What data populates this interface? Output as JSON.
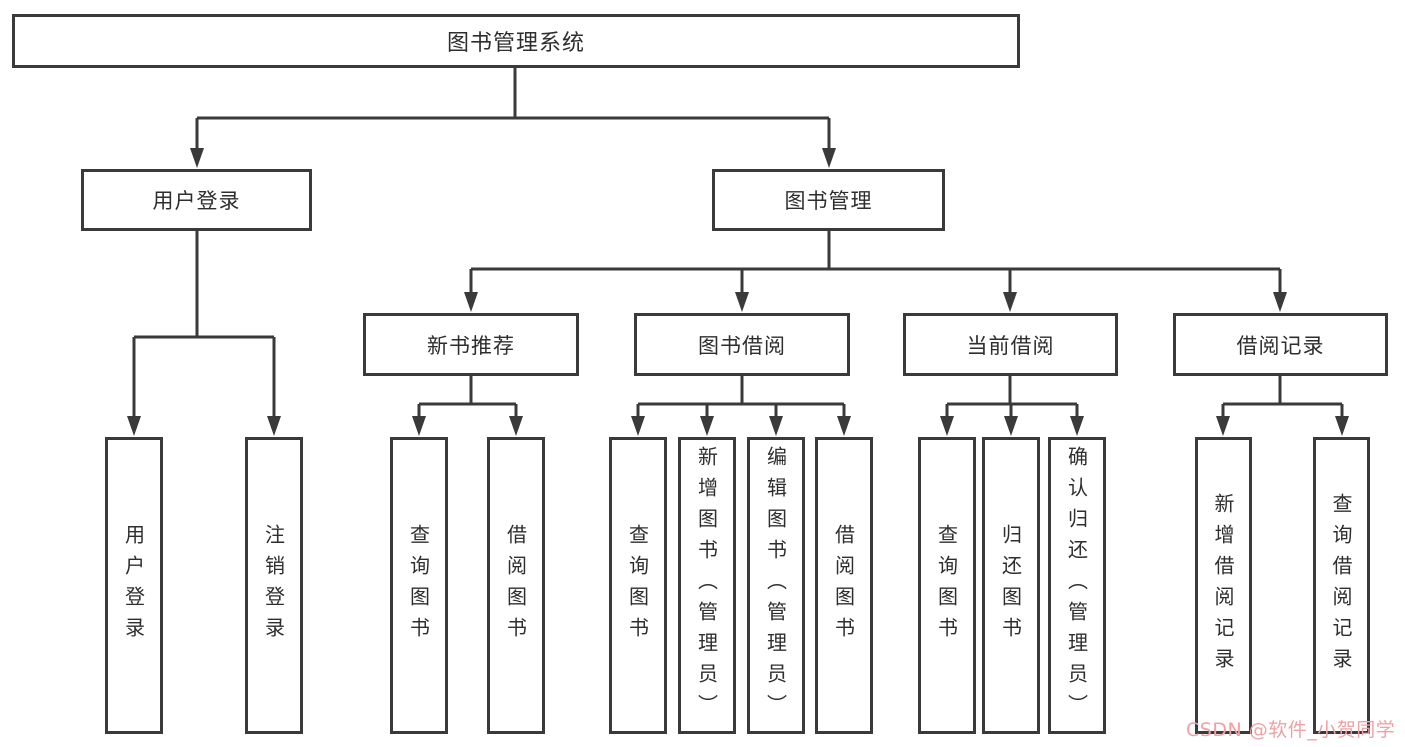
{
  "nodes": {
    "root": "图书管理系统",
    "user_login": {
      "label": "用户登录",
      "children": {
        "login": "用户登录",
        "logout": "注销登录"
      }
    },
    "book_management": {
      "label": "图书管理",
      "new_book_recommendation": {
        "label": "新书推荐",
        "children": {
          "query_books": "查询图书",
          "borrow_books": "借阅图书"
        }
      },
      "book_borrowing": {
        "label": "图书借阅",
        "children": {
          "query_books": "查询图书",
          "add_books_admin": "新增图书（管理员）",
          "edit_books_admin": "编辑图书（管理员）",
          "borrow_books": "借阅图书"
        }
      },
      "current_borrowing": {
        "label": "当前借阅",
        "children": {
          "query_books": "查询图书",
          "return_books": "归还图书",
          "confirm_return_admin": "确认归还（管理员）"
        }
      },
      "borrowing_records": {
        "label": "借阅记录",
        "children": {
          "add_record": "新增借阅记录",
          "query_record": "查询借阅记录"
        }
      }
    }
  },
  "watermark": {
    "text": "CSDN @软件_小贺同学",
    "color": "#f2a0a3"
  },
  "colors": {
    "line": "#3a3a3a",
    "text": "#2e2e2e",
    "background": "#ffffff"
  }
}
